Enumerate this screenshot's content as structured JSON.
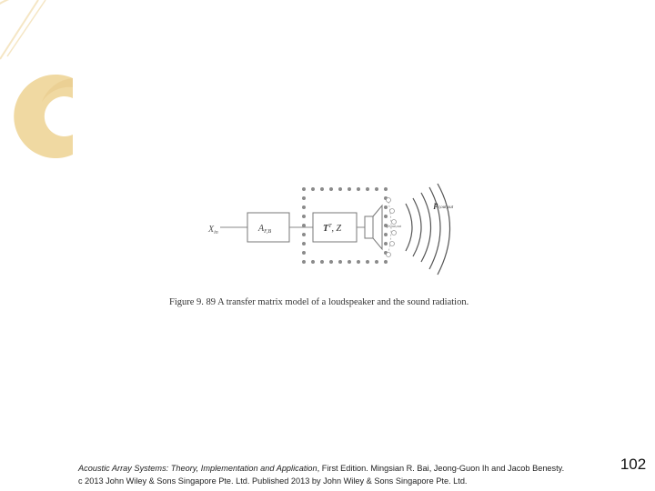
{
  "diagram": {
    "input_label": "X",
    "input_sub": "in",
    "block1_label": "A",
    "block1_sub": "F,B",
    "block2_label": "T",
    "block2_sup": "T",
    "block2_rest": ", Z",
    "pressure_label": "p",
    "pressure_sub": "r,out,out",
    "inner_label": "p",
    "inner_sub": "r,out,out"
  },
  "caption": "Figure 9. 89 A transfer matrix model of a loudspeaker and the sound radiation.",
  "citation": {
    "book_title": "Acoustic Array Systems: Theory, Implementation and Application",
    "line1_rest": ", First Edition. Mingsian R. Bai, Jeong-Guon Ih and Jacob Benesty.",
    "line2": "c 2013 John Wiley & Sons Singapore Pte. Ltd. Published 2013 by John Wiley & Sons Singapore Pte. Ltd."
  },
  "page_number": "102",
  "colors": {
    "accent_gold": "#f2d9a0",
    "accent_gold_dark": "#e6c27a"
  }
}
